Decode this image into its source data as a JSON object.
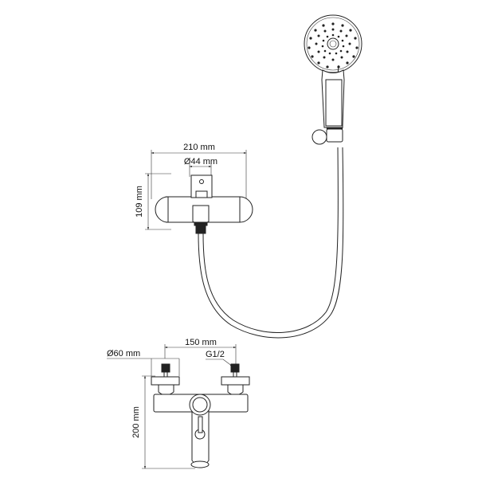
{
  "diagram": {
    "type": "technical-dimension-drawing",
    "subject": "Bath/shower wall mixer with hand shower and hose",
    "dimensions": {
      "top_view": {
        "width": "210 mm",
        "diameter": "Ø44 mm",
        "height": "109 mm"
      },
      "front_view": {
        "spacing": "150 mm",
        "flange_diameter": "Ø60 mm",
        "thread": "G1/2",
        "height": "200 mm"
      }
    },
    "components": [
      "mixer-body",
      "hand-shower",
      "shower-holder",
      "shower-hose",
      "spout",
      "wall-connections"
    ],
    "colors": {
      "line": "#222222",
      "background": "#ffffff"
    }
  }
}
